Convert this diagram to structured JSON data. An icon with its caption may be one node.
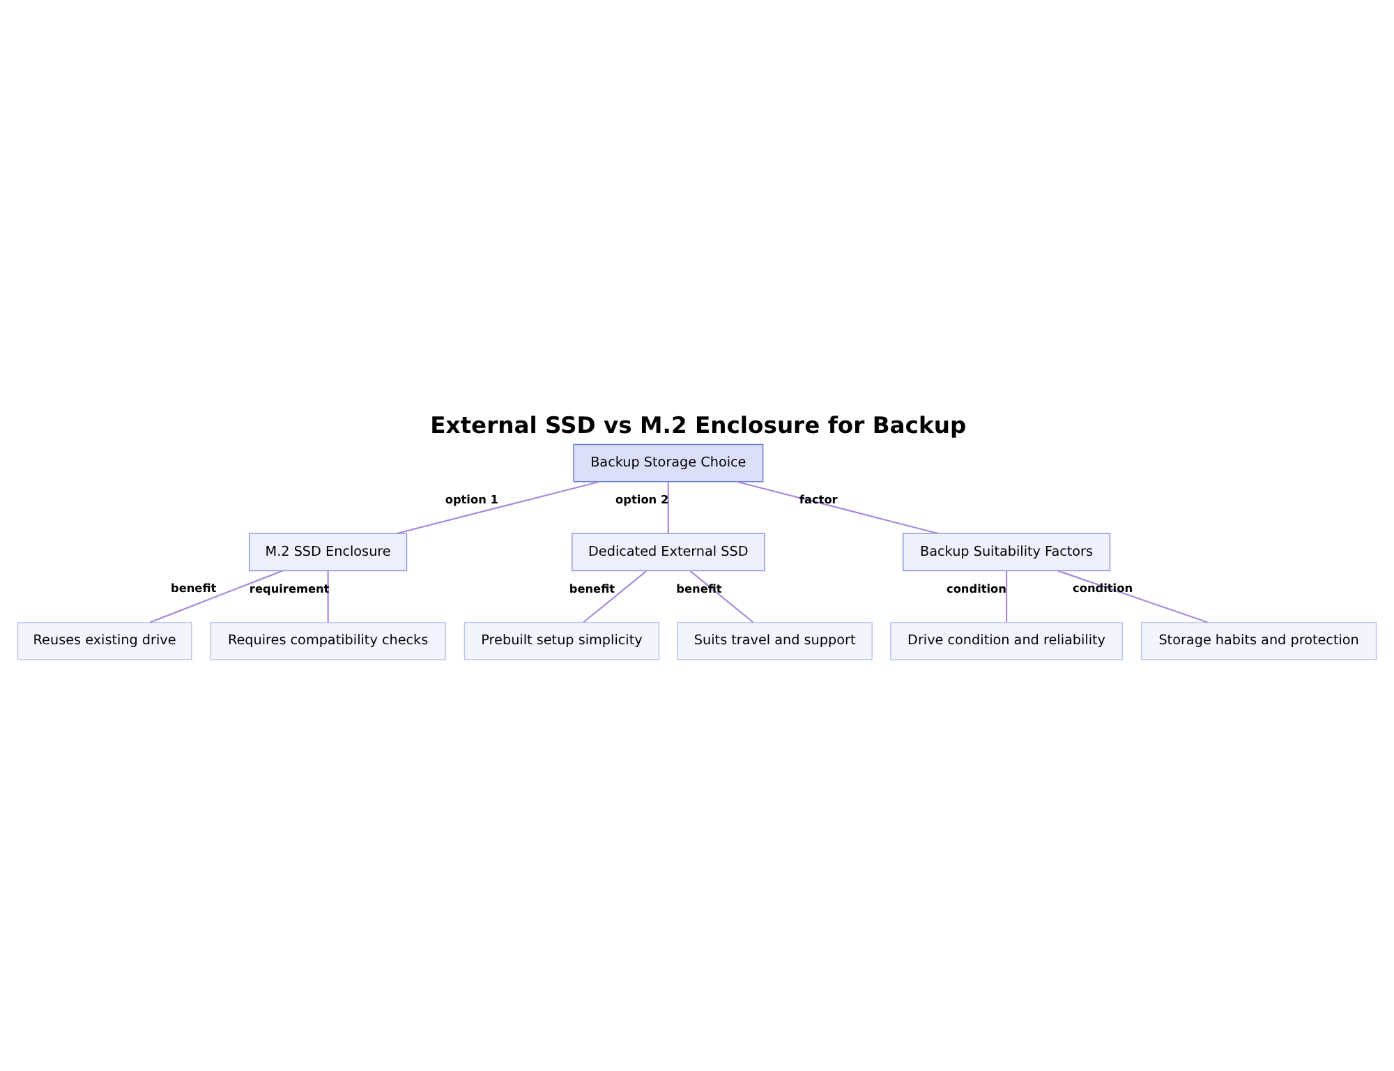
{
  "diagram": {
    "title": "External SSD vs M.2 Enclosure for Backup",
    "nodes": [
      {
        "text": [
          "Backup Storage Choice"
        ]
      },
      {
        "text": [
          "M.2 SSD Enclosure"
        ]
      },
      {
        "text": [
          "Dedicated External SSD"
        ]
      },
      {
        "text": [
          "Backup Suitability Factors"
        ]
      },
      {
        "text": [
          "Reuses existing drive"
        ]
      },
      {
        "text": [
          "Requires compatibility checks"
        ]
      },
      {
        "text": [
          "Prebuilt setup simplicity"
        ]
      },
      {
        "text": [
          "Suits travel and support"
        ]
      },
      {
        "text": [
          "Drive condition and reliability"
        ]
      },
      {
        "text": [
          "Storage habits and protection"
        ]
      }
    ],
    "edges": [
      {
        "from": 0,
        "to": 1,
        "arrow": "none",
        "label": "option 1"
      },
      {
        "from": 0,
        "to": 2,
        "arrow": "none",
        "label": "option 2"
      },
      {
        "from": 0,
        "to": 3,
        "arrow": "none",
        "label": "factor"
      },
      {
        "from": 1,
        "to": 4,
        "arrow": "none",
        "label": "benefit"
      },
      {
        "from": 1,
        "to": 5,
        "arrow": "none",
        "label": "requirement"
      },
      {
        "from": 2,
        "to": 6,
        "arrow": "none",
        "label": "benefit"
      },
      {
        "from": 2,
        "to": 7,
        "arrow": "none",
        "label": "benefit"
      },
      {
        "from": 3,
        "to": 8,
        "arrow": "none",
        "label": "condition"
      },
      {
        "from": 3,
        "to": 9,
        "arrow": "none",
        "label": "condition"
      }
    ]
  }
}
